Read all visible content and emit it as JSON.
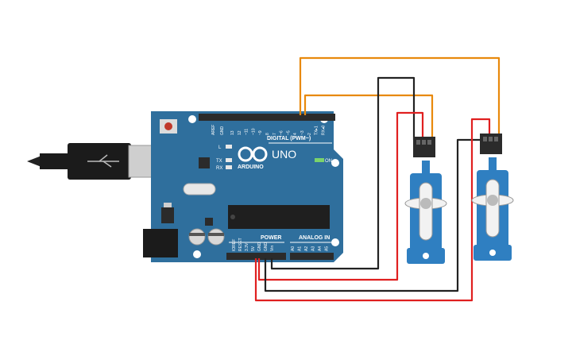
{
  "board": {
    "brand": "ARDUINO",
    "model": "UNO",
    "digital_label": "DIGITAL (PWM~)",
    "power_label": "POWER",
    "analog_label": "ANALOG IN",
    "on_label": "ON",
    "led_l": "L",
    "led_tx": "TX",
    "led_rx": "RX",
    "aref": "AREF",
    "gnd": "GND",
    "digital_pins": [
      "13",
      "12",
      "~11",
      "~10",
      "~9",
      "8",
      "7",
      "~6",
      "~5",
      "4",
      "~3",
      "2",
      "TX▸1",
      "RX◂0"
    ],
    "power_pins": [
      "IOREF",
      "RESET",
      "3.3V",
      "5V",
      "GND",
      "GND",
      "Vin"
    ],
    "analog_pins": [
      "A0",
      "A1",
      "A2",
      "A3",
      "A4",
      "A5"
    ]
  },
  "colors": {
    "board": "#2f6f9d",
    "servo": "#2f7fc1",
    "wire_signal": "#e8890c",
    "wire_power": "#e02020",
    "wire_ground": "#222222"
  }
}
